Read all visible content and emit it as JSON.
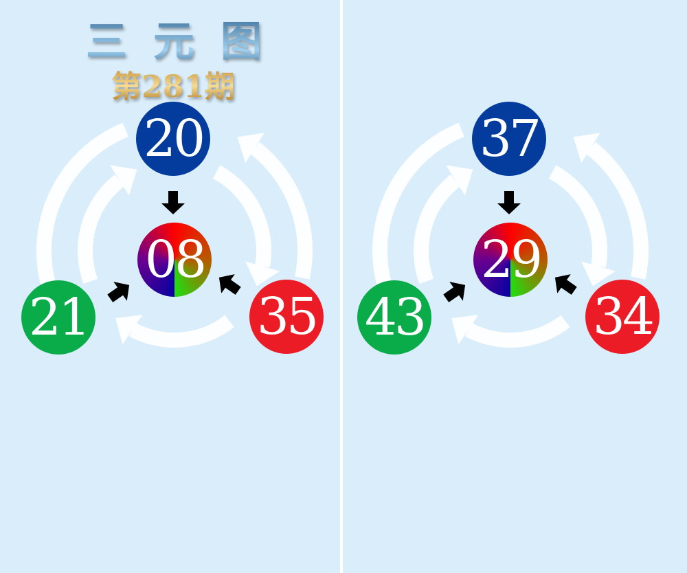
{
  "title": "三元图",
  "title_chars": [
    "三",
    "元",
    "图"
  ],
  "issue": "第281期",
  "panels": [
    {
      "top": "20",
      "center": "08",
      "left": "21",
      "right": "35"
    },
    {
      "top": "37",
      "center": "29",
      "left": "43",
      "right": "34"
    }
  ],
  "colors": {
    "background": "#d9edfb",
    "top": "#033c9c",
    "left": "#0aac4a",
    "right": "#ec1c26"
  }
}
